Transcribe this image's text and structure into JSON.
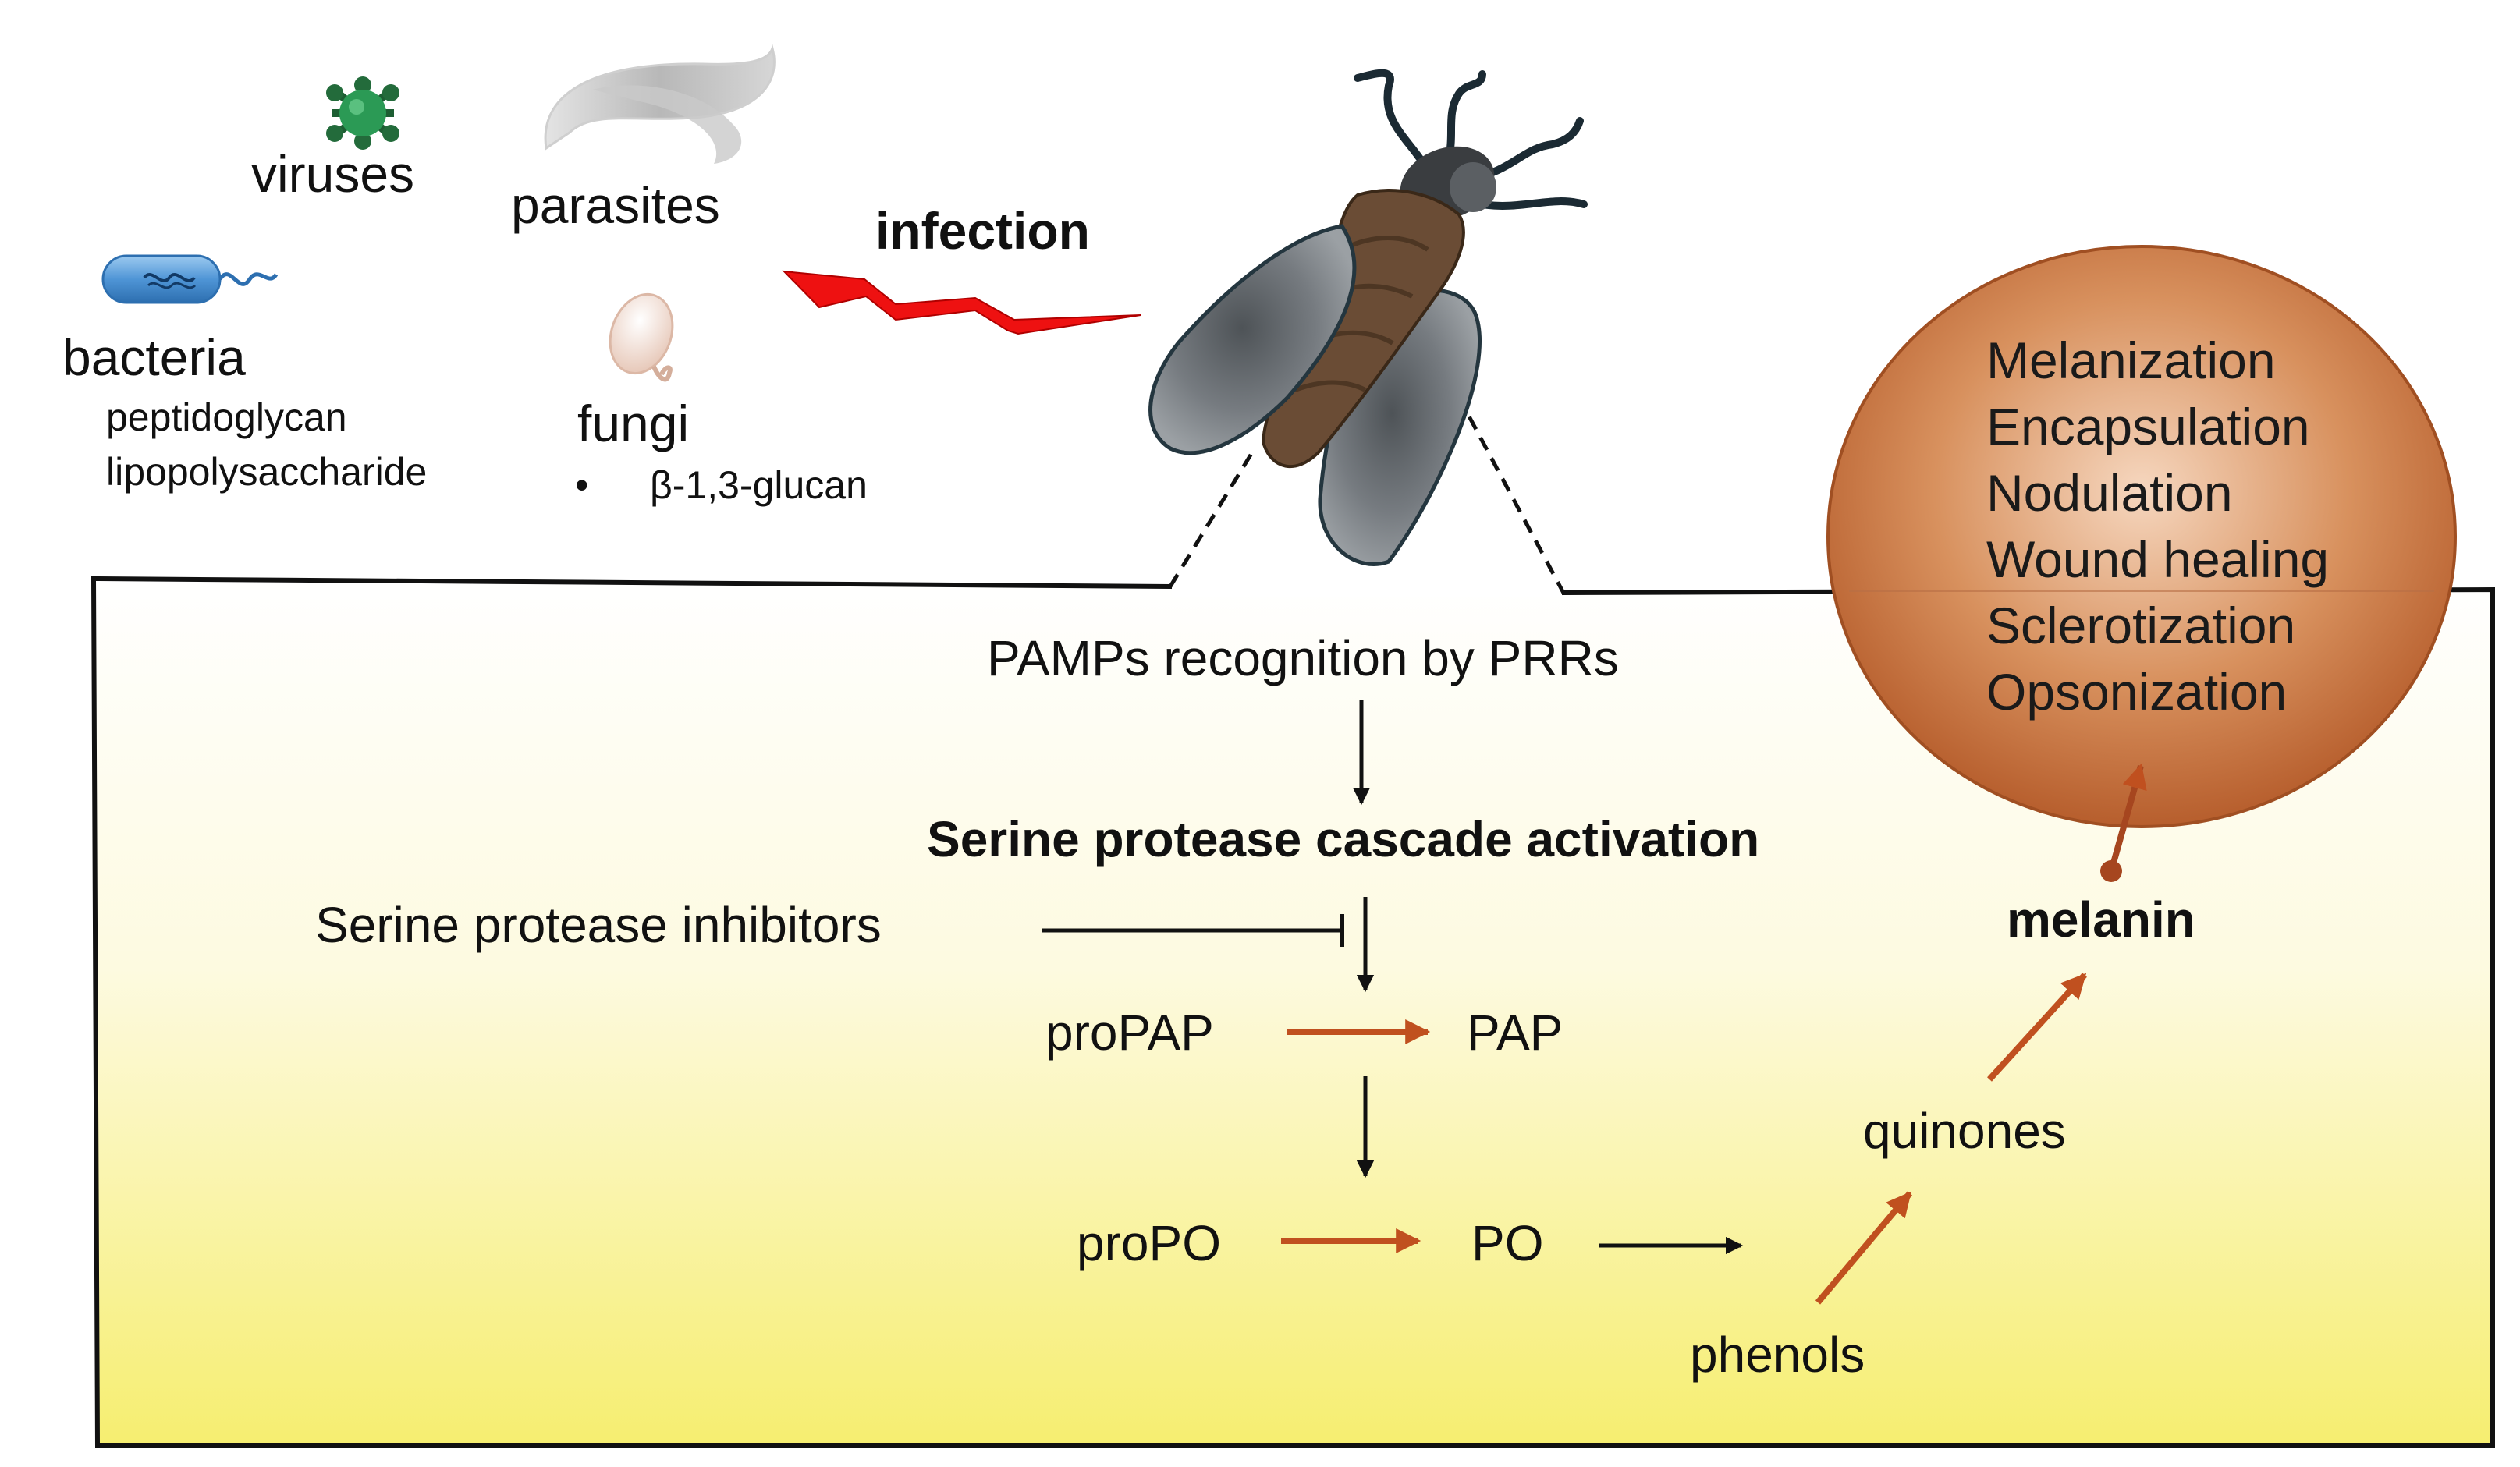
{
  "pathogens": {
    "viruses": "viruses",
    "parasites": "parasites",
    "bacteria": "bacteria",
    "bacteria_components": [
      "peptidoglycan",
      "lipopolysaccharide"
    ],
    "fungi": "fungi",
    "fungi_components": [
      "β-1,3-glucan"
    ]
  },
  "infection_label": "infection",
  "pathway": {
    "recognition": "PAMPs recognition by PRRs",
    "cascade": "Serine protease cascade activation",
    "inhibitors": "Serine protease inhibitors",
    "propap": "proPAP",
    "pap": "PAP",
    "propo": "proPO",
    "po": "PO",
    "phenols": "phenols",
    "quinones": "quinones",
    "melanin": "melanin"
  },
  "outcomes": [
    "Melanization",
    "Encapsulation",
    "Nodulation",
    "Wound healing",
    "Sclerotization",
    "Opsonization"
  ],
  "colors": {
    "panel_gradient_top": "#ffffff",
    "panel_gradient_bottom": "#f6ee70",
    "activation_arrow": "#c0501f",
    "infection_bolt": "#ee1111",
    "sphere": "#c46a3a",
    "insect_wing": "#6e7378",
    "virus": "#2b9a55",
    "bacterium": "#4f95d6"
  }
}
